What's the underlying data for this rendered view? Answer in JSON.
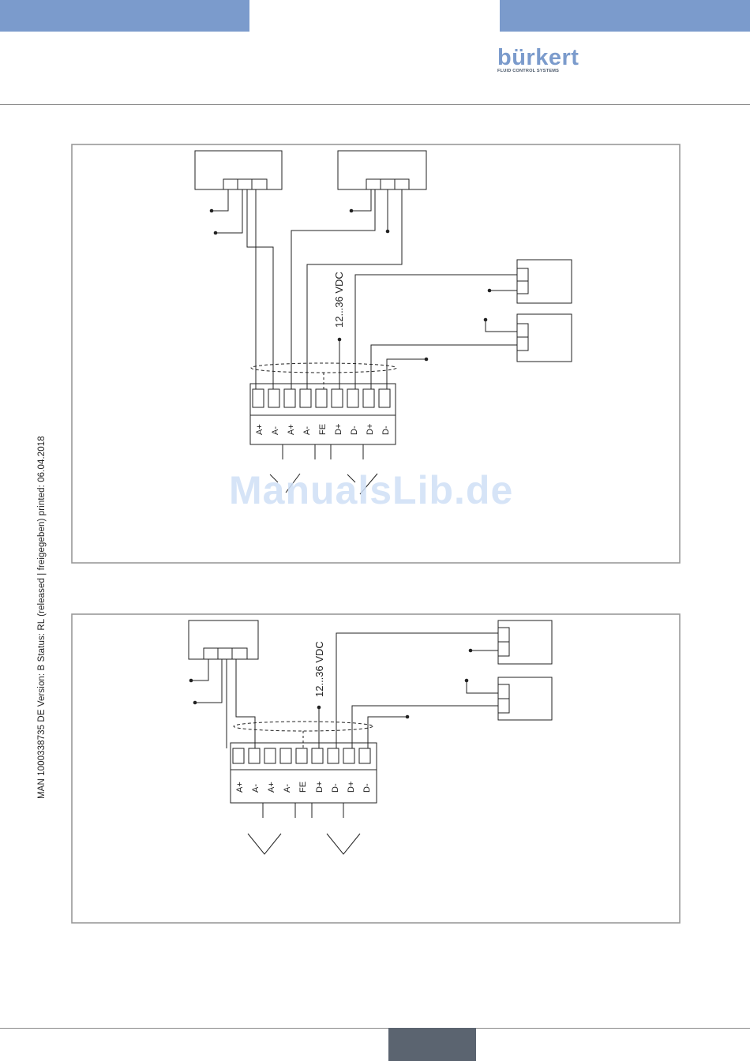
{
  "header": {
    "logo": {
      "wordmark": "bürkert",
      "tagline": "FLUID CONTROL SYSTEMS"
    },
    "accent_color": "#7b9bcc",
    "tab_color": "#5b6470"
  },
  "sidebar": {
    "doc_info": "MAN  1000338735  DE  Version: B Status: RL (released | freigegeben)  printed: 06.04.2018"
  },
  "watermark": "ManualsLib.de",
  "diagram1": {
    "supply_label": "12...36 VDC",
    "terminals": [
      "A+",
      "A-",
      "A+",
      "A-",
      "FE",
      "D+",
      "D-",
      "D+",
      "D-"
    ]
  },
  "diagram2": {
    "supply_label": "12...36 VDC",
    "terminals": [
      "A+",
      "A-",
      "A+",
      "A-",
      "FE",
      "D+",
      "D-",
      "D+",
      "D-"
    ]
  }
}
